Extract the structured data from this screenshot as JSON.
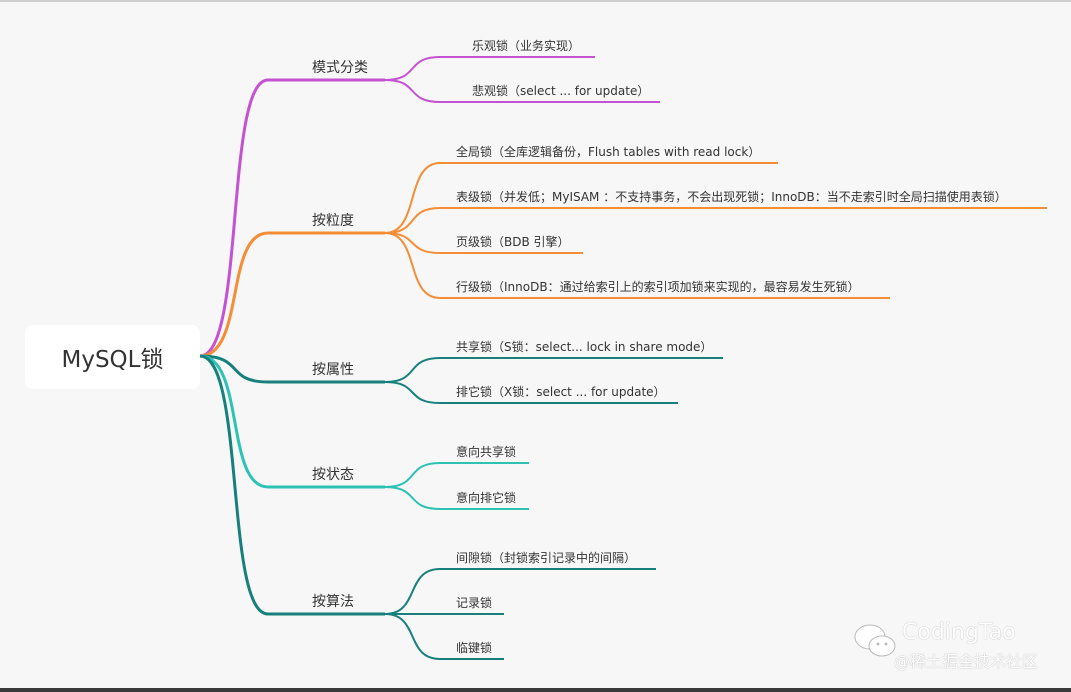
{
  "root": "MySQL锁",
  "branches": [
    {
      "label": "模式分类",
      "color": "#c552d2",
      "leaves": [
        "乐观锁（业务实现）",
        "悲观锁（select ... for update）"
      ]
    },
    {
      "label": "按粒度",
      "color": "#f58d36",
      "leaves": [
        "全局锁（全库逻辑备份，Flush tables with read lock）",
        "表级锁（并发低；MyISAM ：不支持事务，不会出现死锁；InnoDB：当不走索引时全局扫描使用表锁）",
        "页级锁（BDB 引擎）",
        "行级锁（InnoDB：通过给索引上的索引项加锁来实现的，最容易发生死锁）"
      ]
    },
    {
      "label": "按属性",
      "color": "#17807d",
      "leaves": [
        "共享锁（S锁：select... lock in share mode）",
        "排它锁（X锁：select ... for update）"
      ]
    },
    {
      "label": "按状态",
      "color": "#2dc2b3",
      "leaves": [
        "意向共享锁",
        "意向排它锁"
      ]
    },
    {
      "label": "按算法",
      "color": "#17807d",
      "leaves": [
        "间隙锁（封锁索引记录中的间隔）",
        "记录锁",
        "临键锁"
      ]
    }
  ],
  "watermark": {
    "brand": "CodingTao",
    "sub": "@稀土掘金技术社区"
  }
}
